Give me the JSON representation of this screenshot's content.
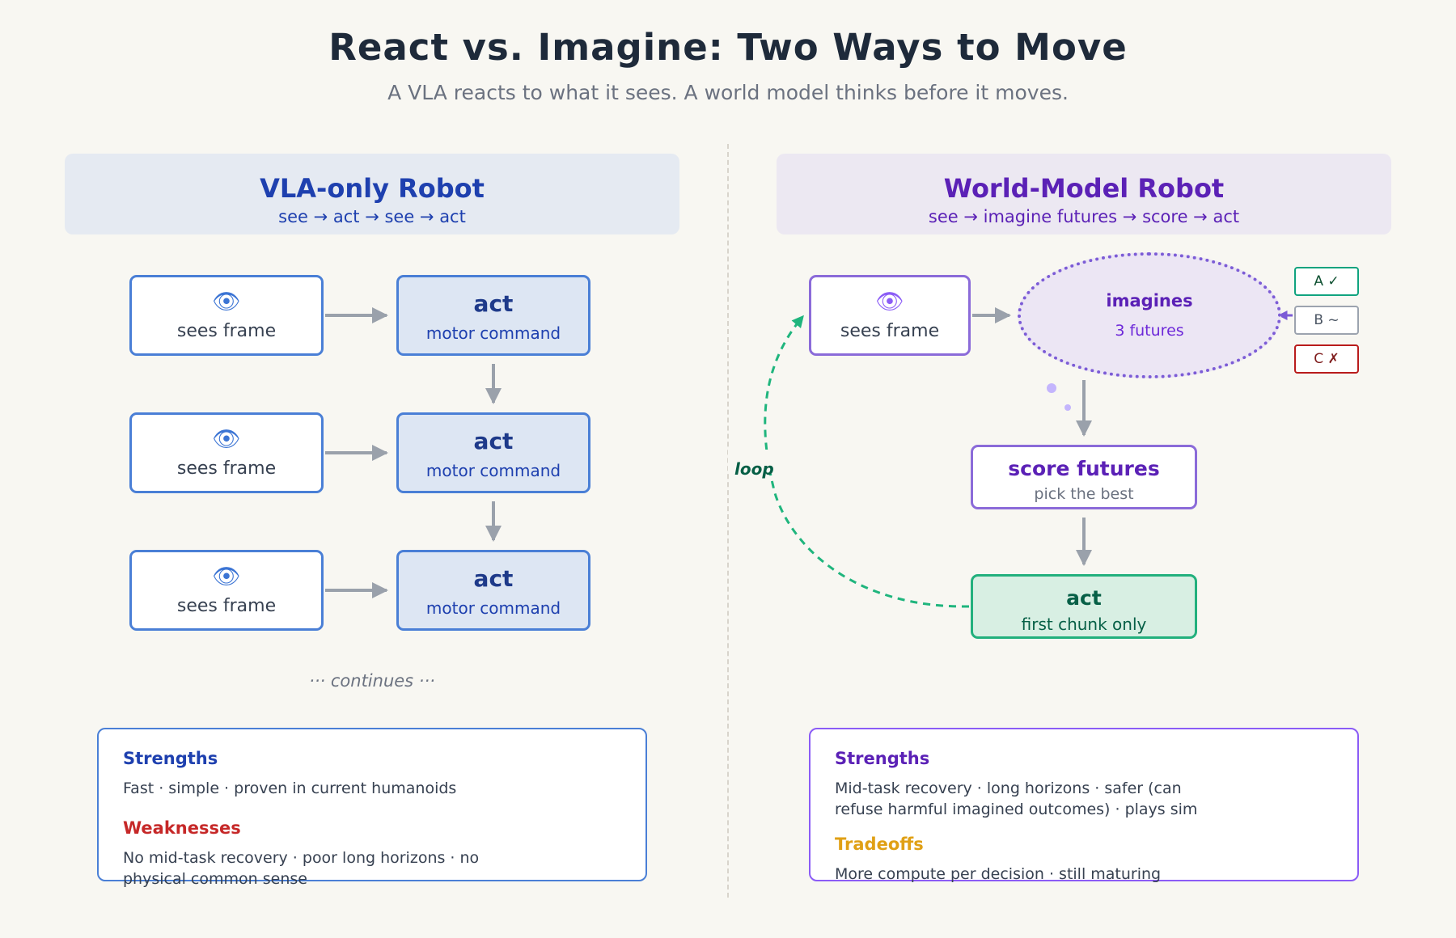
{
  "header": {
    "title": "React vs. Imagine: Two Ways to Move",
    "subtitle": "A VLA reacts to what it sees. A world model thinks before it moves."
  },
  "left": {
    "heading": "VLA-only Robot",
    "flow": "see → act → see → act",
    "rows": [
      {
        "see_icon": "👁",
        "see_label": "sees frame",
        "act_title": "act",
        "act_sub": "motor command"
      },
      {
        "see_icon": "👁",
        "see_label": "sees frame",
        "act_title": "act",
        "act_sub": "motor command"
      },
      {
        "see_icon": "👁",
        "see_label": "sees frame",
        "act_title": "act",
        "act_sub": "motor command"
      }
    ],
    "continues": "··· continues ···",
    "panel": {
      "strengths_title": "Strengths",
      "strengths_text": "Fast · simple · proven in current humanoids",
      "weaknesses_title": "Weaknesses",
      "weaknesses_text": "No mid-task recovery · poor long horizons · no physical common sense"
    }
  },
  "right": {
    "heading": "World-Model Robot",
    "flow": "see → imagine futures → score → act",
    "see_icon": "👁",
    "see_label": "sees frame",
    "imagine_title": "imagines",
    "imagine_sub": "3 futures",
    "options": [
      "A ✓",
      "B ~",
      "C ✗"
    ],
    "score_title": "score futures",
    "score_sub": "pick the best",
    "act_title": "act",
    "act_sub": "first chunk only",
    "loop_label": "loop",
    "panel": {
      "strengths_title": "Strengths",
      "strengths_text": "Mid-task recovery · long horizons · safer (can refuse harmful imagined outcomes) · plays sim",
      "tradeoffs_title": "Tradeoffs",
      "tradeoffs_text": "More compute per decision · still maturing"
    }
  },
  "colors": {
    "vla_accent": "#4a7fd6",
    "world_accent": "#8b5cf6",
    "act_green": "#22b07d",
    "weakness_red": "#c62828",
    "tradeoff_amber": "#e0a015",
    "arrow_gray": "#9aa1ab"
  }
}
